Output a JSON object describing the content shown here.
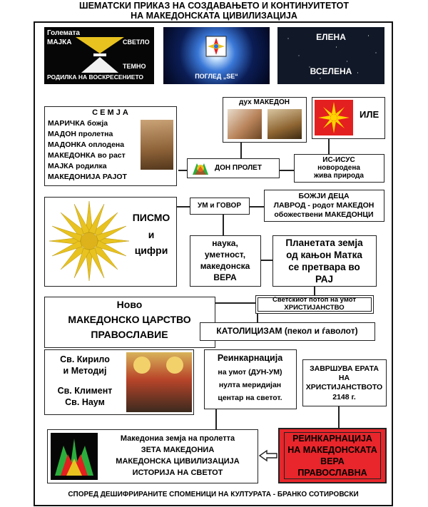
{
  "header": {
    "line1": "ШЕМАТСКИ ПРИКАЗ НА СОЗДАВАЊЕТО И КОНТИНУИТЕТОТ",
    "line2": "НА МАКЕДОНСКАТА ЦИВИЛИЗАЦИЈА"
  },
  "top_row": {
    "mother": {
      "line1": "Големата",
      "line2": "МАЈКА",
      "light": "СВЕТЛО",
      "dark": "ТЕМНО",
      "caption": "РОДИЛКА НА ВОСКРЕСЕНИЕТО"
    },
    "gaze": {
      "caption": "ПОГЛЕД „SE“"
    },
    "universe": {
      "line1": "ЕЛЕНА",
      "line2": "ВСЕЛЕНА"
    }
  },
  "spirit": {
    "label": "дух МАКЕДОН"
  },
  "ile": {
    "label": "ИЛЕ"
  },
  "earth": {
    "heading": "С Е М Ј А",
    "items": [
      "МАРИЧКА божја",
      "МАДОН пролетна",
      "МАДОНКА оплодена",
      "МАКЕДОНКА во раст",
      "МАЈКА родилка",
      "МАКЕДОНИЈА РАЈОТ"
    ]
  },
  "don": {
    "label": "ДОН ПРОЛЕТ"
  },
  "jesus": {
    "line1": "ИС-ИСУС",
    "line2": "новородена",
    "line3": "жива природа"
  },
  "mind_speech": {
    "label": "УМ и ГОВОР"
  },
  "children": {
    "line1": "БОЖЈИ ДЕЦА",
    "line2": "ЛАВРОД - родот МАКЕДОН",
    "line3": "обожествени МАКЕДОНЦИ"
  },
  "writing": {
    "line1": "ПИСМО",
    "line2": "и",
    "line3": "цифри"
  },
  "science": {
    "line1": "наука,",
    "line2": "уметност,",
    "line3": "македонска",
    "line4": "ВЕРА"
  },
  "planet": {
    "line1": "Планетата земја",
    "line2": "од кањон Матка",
    "line3": "се претвара во",
    "line4": "РАЈ"
  },
  "flood": {
    "line1": "Светскиот потоп на умот",
    "line2": "ХРИСТИЈАНСТВО"
  },
  "kingdom": {
    "line1": "Ново",
    "line2": "МАКЕДОНСКО ЦАРСТВО",
    "line3": "ПРАВОСЛАВИЕ"
  },
  "catholic": {
    "label": "КАТОЛИЦИЗАМ (пекол и ѓаволот)"
  },
  "saints": {
    "line1": "Св. Кирило",
    "line2": "и Методиј",
    "line3": "Св. Климент",
    "line4": "Св. Наум"
  },
  "reincarnation": {
    "line1": "Реинкарнација",
    "line2": "на умот (ДУН-УМ)",
    "line3": "нулта меридијан",
    "line4": "центар на светот."
  },
  "era_end": {
    "line1": "ЗАВРШУВА ЕРАТА",
    "line2": "НА",
    "line3": "ХРИСТИЈАНСТВОТО",
    "line4": "2148 г."
  },
  "macedonia": {
    "line1": "Македониа земја на пролетта",
    "line2": "ЗЕТА МАКЕДОНИА",
    "line3": "МАКЕДОНСКА ЦИВИЛИЗАЦИЈА",
    "line4": "ИСТОРИЈА НА СВЕТОТ"
  },
  "red_box": {
    "line1": "РЕИНКАРНАЦИЈА",
    "line2": "НА МАКЕДОНСКАТА",
    "line3": "ВЕРА",
    "line4": "ПРАВОСЛАВНА",
    "fill": "#e8262b"
  },
  "footer": {
    "text": "СПОРЕД ДЕШИФРИРАНИТЕ СПОМЕНИЦИ НА КУЛТУРАТА - ",
    "author": "БРАНКО СОТИРОВСКИ"
  },
  "colors": {
    "gold": "#e8c21f",
    "sun_red": "#e41f1f",
    "sun_yellow": "#ffd400"
  }
}
